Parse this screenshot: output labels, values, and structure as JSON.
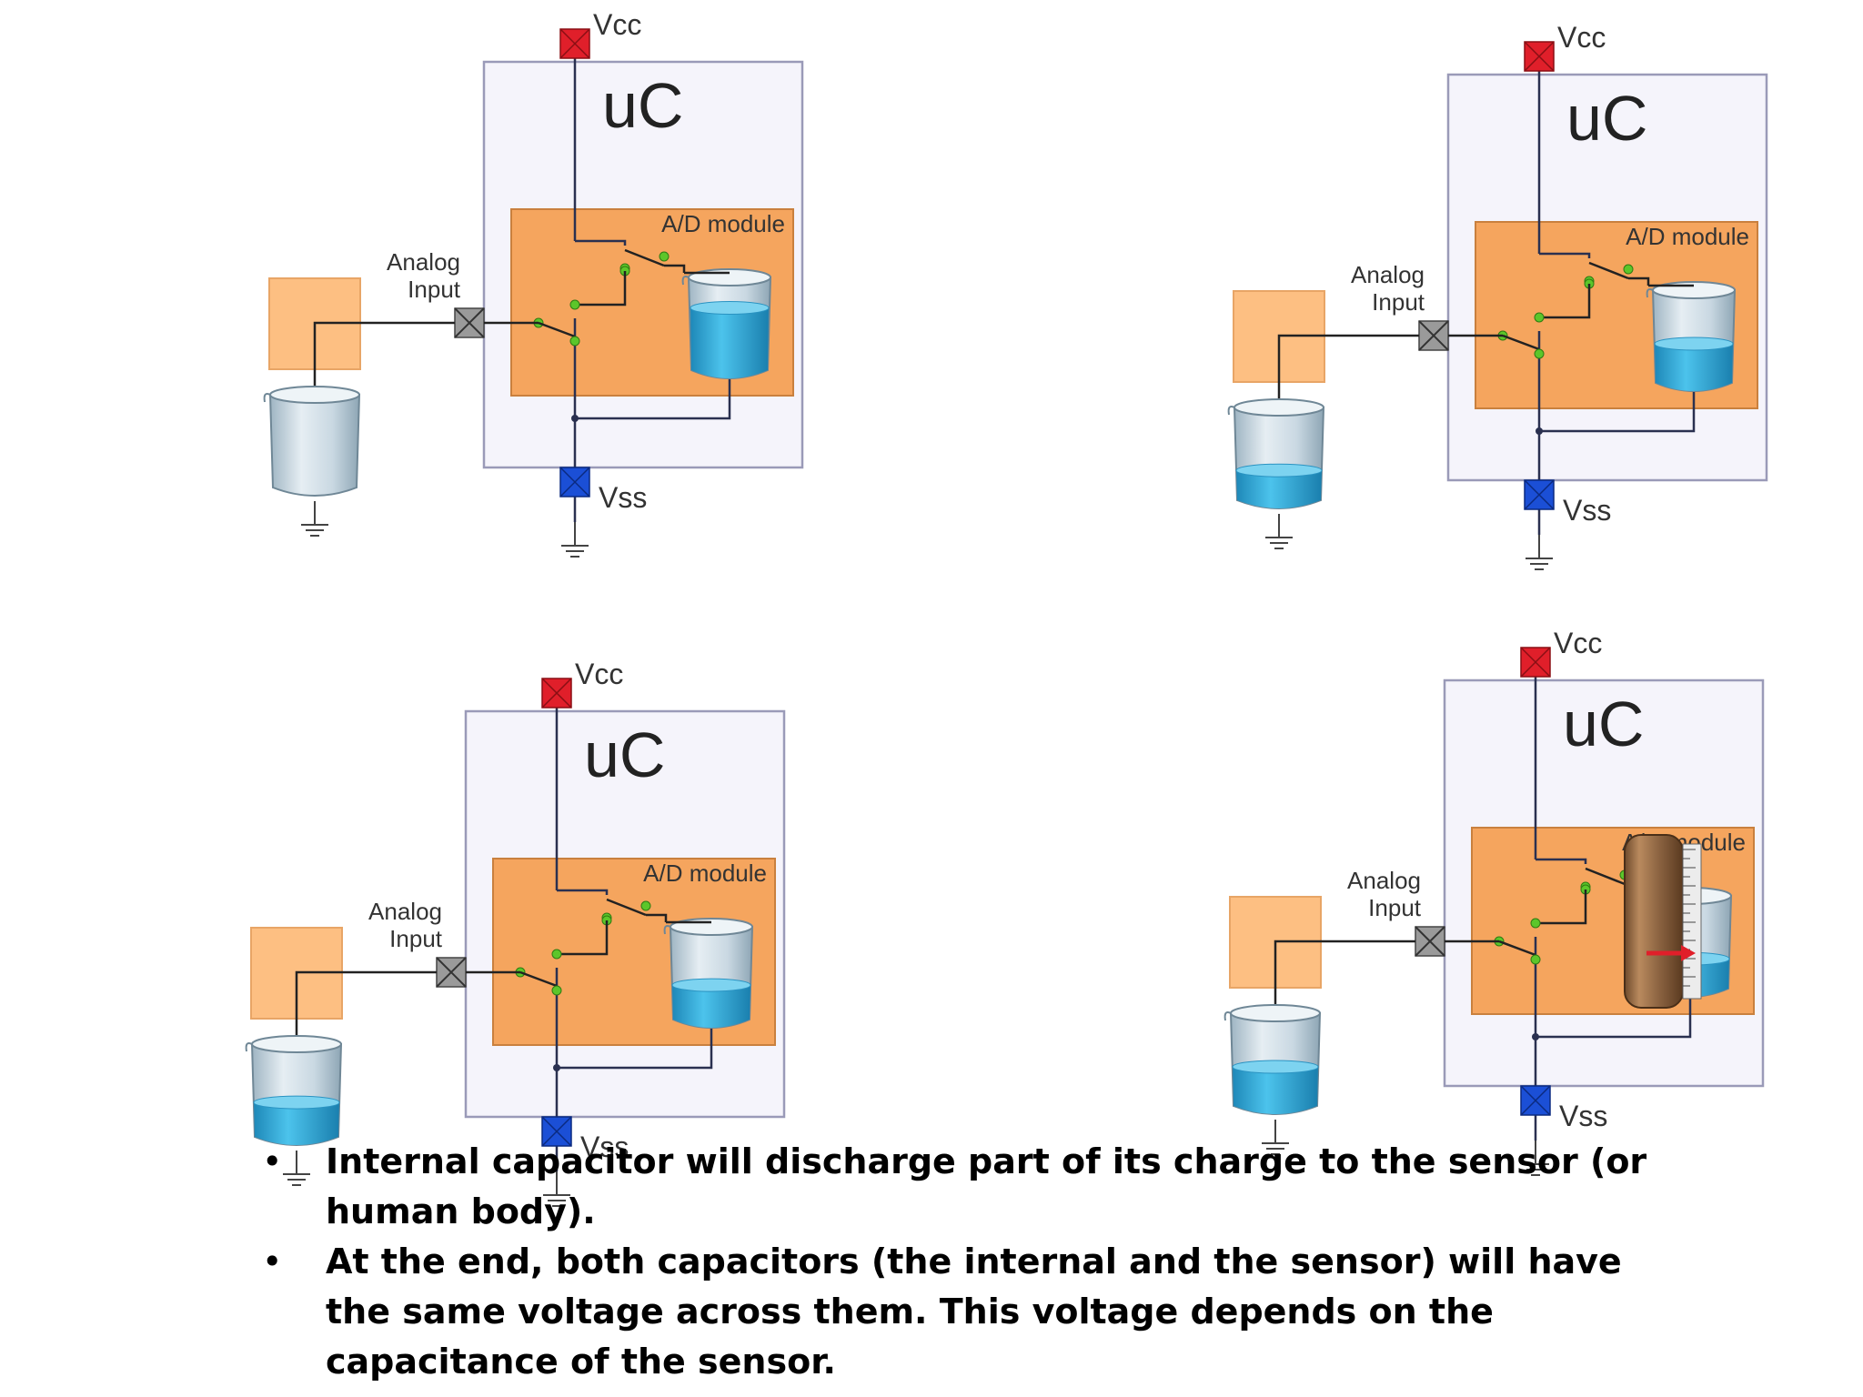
{
  "labels": {
    "vcc": "Vcc",
    "vss": "Vss",
    "uc": "uC",
    "ad_module": "A/D module",
    "analog_line1": "Analog",
    "analog_line2": "Input"
  },
  "panels": [
    {
      "id": "panel-1",
      "sensor_level": 0.0,
      "internal_level": 0.75,
      "finger": false
    },
    {
      "id": "panel-2",
      "sensor_level": 0.4,
      "internal_level": 0.5,
      "finger": false
    },
    {
      "id": "panel-3",
      "sensor_level": 0.45,
      "internal_level": 0.45,
      "finger": false
    },
    {
      "id": "panel-4",
      "sensor_level": 0.5,
      "internal_level": 0.4,
      "finger": true
    }
  ],
  "bullets": [
    "Internal capacitor will discharge part of its charge to the sensor (or human body).",
    " At the end, both capacitors (the internal and the sensor) will have the same voltage across them. This voltage depends on the capacitance of the sensor."
  ],
  "colors": {
    "uc_fill": "#f5f4fb",
    "uc_stroke": "#9a9ab8",
    "ad_fill": "#f5a55e",
    "pad_fill": "#fdbf82",
    "vcc_red": "#e01f2a",
    "vss_blue": "#1b4fd6",
    "water": "#36b2e0",
    "node_green": "#5cc62a"
  }
}
